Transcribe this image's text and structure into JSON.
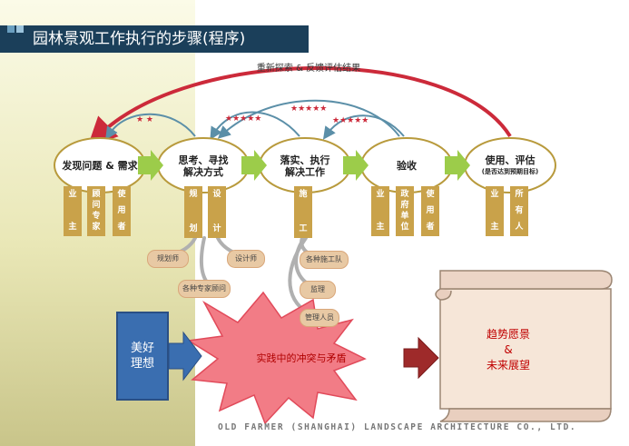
{
  "title": "园林景观工作执行的步骤(程序)",
  "feedback_label": "重新探索 & 反馈评估结果",
  "stages": [
    {
      "label": "发现问题 & 需求"
    },
    {
      "label": "思考、寻找",
      "label2": "解决方式"
    },
    {
      "label": "落实、执行",
      "label2": "解决工作"
    },
    {
      "label": "验收"
    },
    {
      "label": "使用、评估",
      "sub": "(是否达到预期目标)"
    }
  ],
  "participants": [
    [
      "业",
      "主"
    ],
    [
      "顾",
      "问",
      "专",
      "家"
    ],
    [
      "使",
      "用",
      "者"
    ],
    [
      "规",
      "划"
    ],
    [
      "设",
      "计"
    ],
    [
      "施",
      "工"
    ],
    [
      "业",
      "主"
    ],
    [
      "政",
      "府",
      "单",
      "位"
    ],
    [
      "使",
      "用",
      "者"
    ],
    [
      "业",
      "主"
    ],
    [
      "所",
      "有",
      "人"
    ]
  ],
  "pills": [
    "规划师",
    "设计师",
    "各种专家顾问",
    "各种施工队",
    "监理",
    "管理人员"
  ],
  "ideal": {
    "line1": "美好",
    "line2": "理想"
  },
  "conflict": "实践中的冲突与矛盾",
  "vision": {
    "line1": "趋势愿景",
    "line2": "&",
    "line3": "未来展望"
  },
  "footer": "OLD FARMER (SHANGHAI) LANDSCAPE ARCHITECTURE CO., LTD.",
  "colors": {
    "title_bg": "#1b3f5a",
    "arrow_red": "#cc2a3a",
    "arrow_blue": "#5b8fa8",
    "stage_border": "#b89a3c",
    "box_gold": "#c9a24a",
    "ideal_blue": "#3a6eb0",
    "burst_pink": "#f27c86"
  }
}
